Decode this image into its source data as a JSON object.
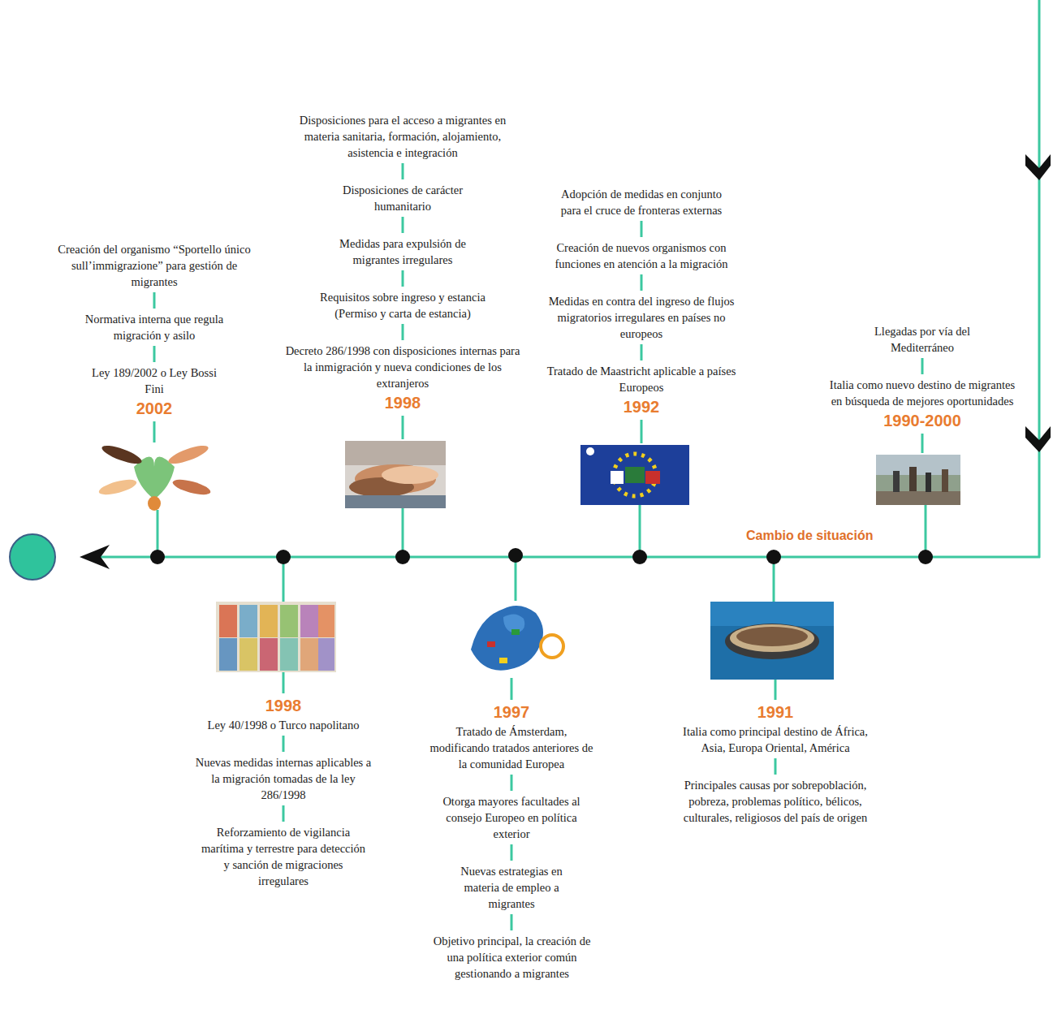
{
  "diagram": {
    "labels": [
      "Creación del organismo “Sportello único sull’immigrazione” para gestión de migrantes",
      "Normativa interna que regula migración y asilo",
      "Ley 189/2002 o Ley Bossi Fini",
      "2002",
      "Disposiciones para el acceso a migrantes en materia sanitaria, formación, alojamiento, asistencia e integración",
      "Disposiciones de carácter humanitario",
      "Medidas para expulsión de migrantes irregulares",
      "Requisitos sobre ingreso y estancia (Permiso y carta de estancia)",
      "Decreto 286/1998 con disposiciones internas para la inmigración y nueva condiciones de los extranjeros",
      "1998",
      "Adopción de medidas en conjunto para el cruce de fronteras externas",
      "Creación de nuevos organismos con funciones en atención a la migración",
      "Medidas en contra del ingreso de flujos migratorios irregulares en países no europeos",
      "Tratado de Maastricht aplicable a países Europeos",
      "1992",
      "Llegadas por vía del Mediterráneo",
      "Italia como nuevo destino de migrantes en búsqueda de mejores oportunidades",
      "1990-2000",
      "Cambio de situación",
      "1998",
      "Ley 40/1998 o Turco napolitano",
      "Nuevas medidas internas aplicables a la migración tomadas de la ley 286/1998",
      "Reforzamiento de vigilancia marítima y terrestre para detección y sanción de migraciones irregulares",
      "1997",
      "Tratado de Ámsterdam, modificando tratados anteriores de la comunidad Europea",
      "Otorga mayores facultades al consejo Europeo en política exterior",
      "Nuevas estrategias en materia de empleo a migrantes",
      "Objetivo principal, la creación de una política exterior común gestionando a migrantes",
      "1991",
      "Italia como principal destino de África, Asia, Europa Oriental, América",
      "Principales causas por sobrepoblación, pobreza, problemas político, bélicos, culturales, religiosos del país de origen"
    ]
  }
}
